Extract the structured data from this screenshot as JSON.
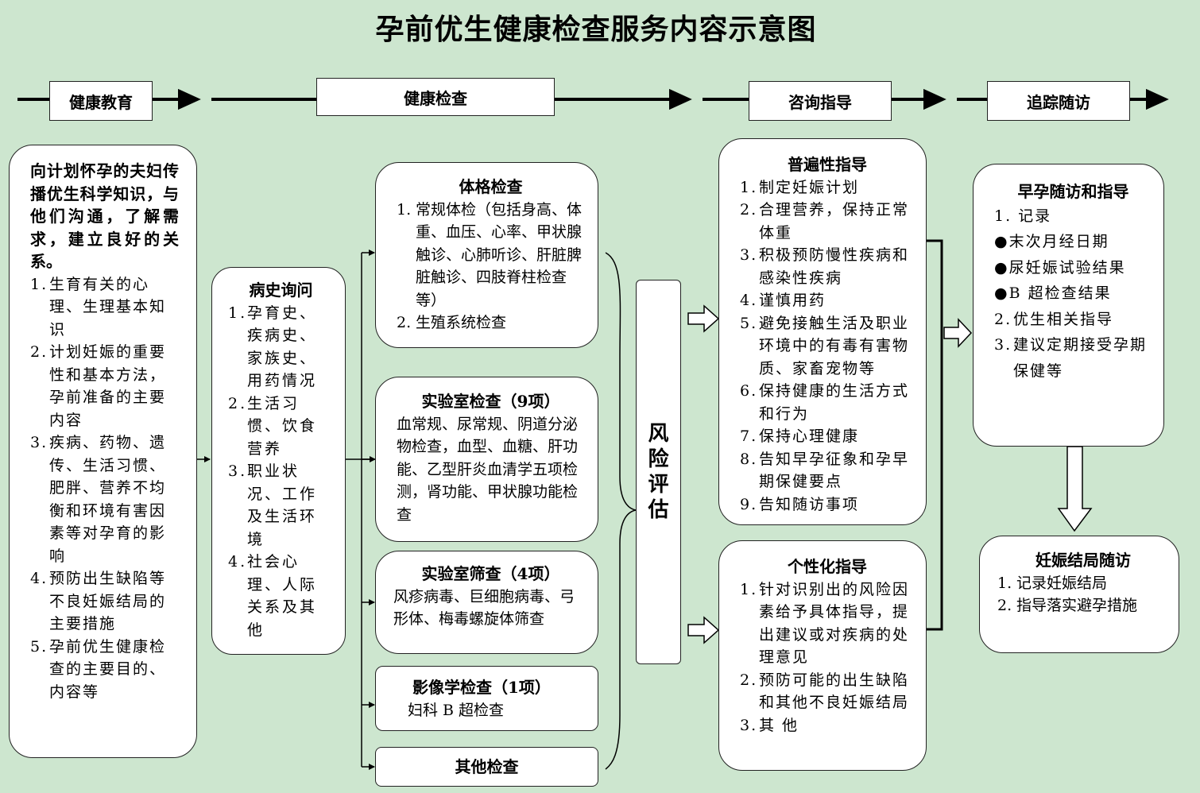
{
  "title": "孕前优生健康检查服务内容示意图",
  "stages": {
    "education": "健康教育",
    "examination": "健康检查",
    "consultation": "咨询指导",
    "followup": "追踪随访"
  },
  "education": {
    "intro": "向计划怀孕的夫妇传播优生科学知识，与他们沟通，了解需求，建立良好的关系。",
    "items": [
      {
        "n": "1.",
        "t": "生育有关的心理、生理基本知识"
      },
      {
        "n": "2.",
        "t": "计划妊娠的重要性和基本方法，孕前准备的主要内容"
      },
      {
        "n": "3.",
        "t": "疾病、药物、遗传、生活习惯、肥胖、营养不均衡和环境有害因素等对孕育的影响"
      },
      {
        "n": "4.",
        "t": "预防出生缺陷等不良妊娠结局的主要措施"
      },
      {
        "n": "5.",
        "t": "孕前优生健康检查的主要目的、内容等"
      }
    ]
  },
  "history": {
    "title": "病史询问",
    "items": [
      {
        "n": "1.",
        "t": "孕育史、疾病史、家族史、用药情况"
      },
      {
        "n": "2.",
        "t": "生活习惯、饮食营养"
      },
      {
        "n": "3.",
        "t": "职业状况、工作及生活环境"
      },
      {
        "n": "4.",
        "t": "社会心理、人际关系及其他"
      }
    ]
  },
  "physical": {
    "title": "体格检查",
    "items": [
      {
        "n": "1.",
        "t": "常规体检（包括身高、体重、血压、心率、甲状腺触诊、心肺听诊、肝脏脾脏触诊、四肢脊柱检查等）"
      },
      {
        "n": "2.",
        "t": "生殖系统检查"
      }
    ]
  },
  "lab": {
    "title": "实验室检查（9项）",
    "text": "血常规、尿常规、阴道分泌物检查，血型、血糖、肝功能、乙型肝炎血清学五项检测，肾功能、甲状腺功能检查"
  },
  "screening": {
    "title": "实验室筛查（4项）",
    "text": "风疹病毒、巨细胞病毒、弓形体、梅毒螺旋体筛查"
  },
  "imaging": {
    "title": "影像学检查（1项）",
    "text": "妇科 B 超检查"
  },
  "other": {
    "title": "其他检查"
  },
  "risk": {
    "chars": [
      "风",
      "险",
      "评",
      "估"
    ]
  },
  "general": {
    "title": "普遍性指导",
    "items": [
      {
        "n": "1.",
        "t": "制定妊娠计划"
      },
      {
        "n": "2.",
        "t": "合理营养，保持正常体重"
      },
      {
        "n": "3.",
        "t": "积极预防慢性疾病和感染性疾病"
      },
      {
        "n": "4.",
        "t": "谨慎用药"
      },
      {
        "n": "5.",
        "t": "避免接触生活及职业环境中的有毒有害物质、家畜宠物等"
      },
      {
        "n": "6.",
        "t": "保持健康的生活方式和行为"
      },
      {
        "n": "7.",
        "t": "保持心理健康"
      },
      {
        "n": "8.",
        "t": "告知早孕征象和孕早期保健要点"
      },
      {
        "n": "9.",
        "t": "告知随访事项"
      }
    ]
  },
  "personal": {
    "title": "个性化指导",
    "items": [
      {
        "n": "1.",
        "t": "针对识别出的风险因素给予具体指导，提出建议或对疾病的处理意见"
      },
      {
        "n": "2.",
        "t": "预防可能的出生缺陷和其他不良妊娠结局"
      },
      {
        "n": "3.",
        "t": "其 他"
      }
    ]
  },
  "early": {
    "title": "早孕随访和指导",
    "record": "1. 记录",
    "bullets": [
      "●末次月经日期",
      "●尿妊娠试验结果",
      "●B 超检查结果"
    ],
    "items": [
      {
        "n": "2.",
        "t": "优生相关指导"
      },
      {
        "n": "3.",
        "t": "建议定期接受孕期保健等"
      }
    ]
  },
  "outcome": {
    "title": "妊娠结局随访",
    "items": [
      {
        "n": "1.",
        "t": "记录妊娠结局"
      },
      {
        "n": "2.",
        "t": "指导落实避孕措施"
      }
    ]
  }
}
